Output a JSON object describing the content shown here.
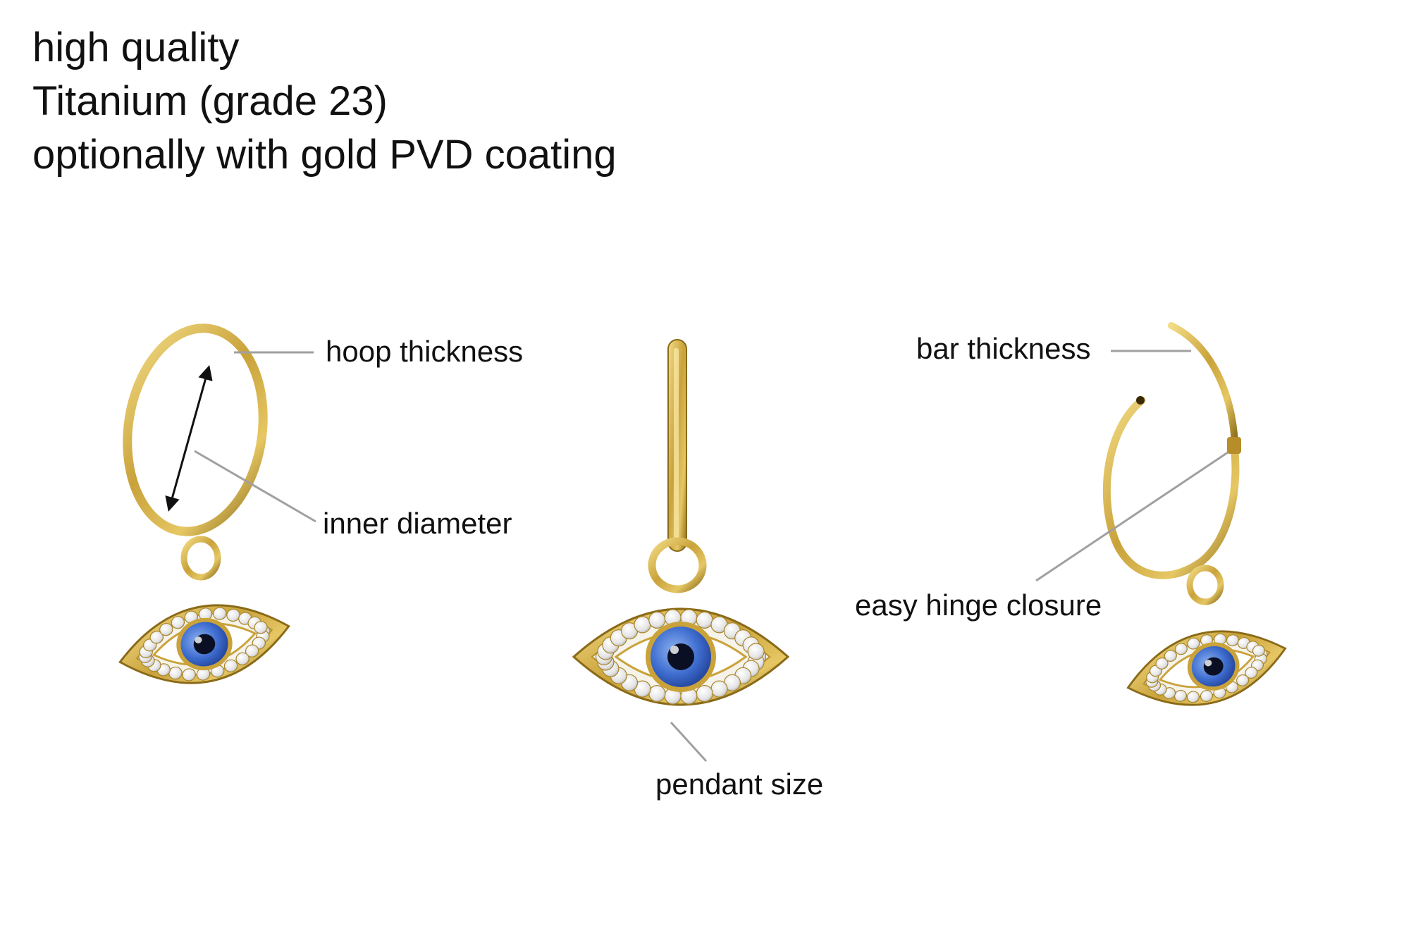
{
  "heading": {
    "line1": "high quality",
    "line2": "Titanium (grade 23)",
    "line3": "optionally with gold PVD coating"
  },
  "labels": {
    "hoop_thickness": "hoop thickness",
    "inner_diameter": "inner diameter",
    "pendant_size": "pendant size",
    "bar_thickness": "bar thickness",
    "easy_hinge_closure": "easy hinge closure"
  },
  "colors": {
    "gold": "#c9a23a",
    "gold_light": "#f1d77a",
    "gold_dark": "#8a6a18",
    "iris": "#3f6ed0",
    "pupil": "#0a0f24",
    "leader": "#a0a0a0",
    "text": "#111111"
  }
}
